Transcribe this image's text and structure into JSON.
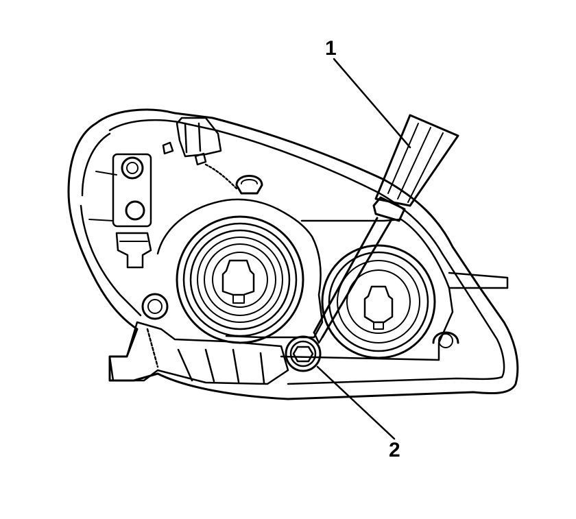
{
  "callouts": [
    {
      "number": "1",
      "part": "screwdriver"
    },
    {
      "number": "2",
      "part": "adjuster-screw"
    }
  ],
  "colors": {
    "line": "#000000",
    "background": "#ffffff"
  }
}
